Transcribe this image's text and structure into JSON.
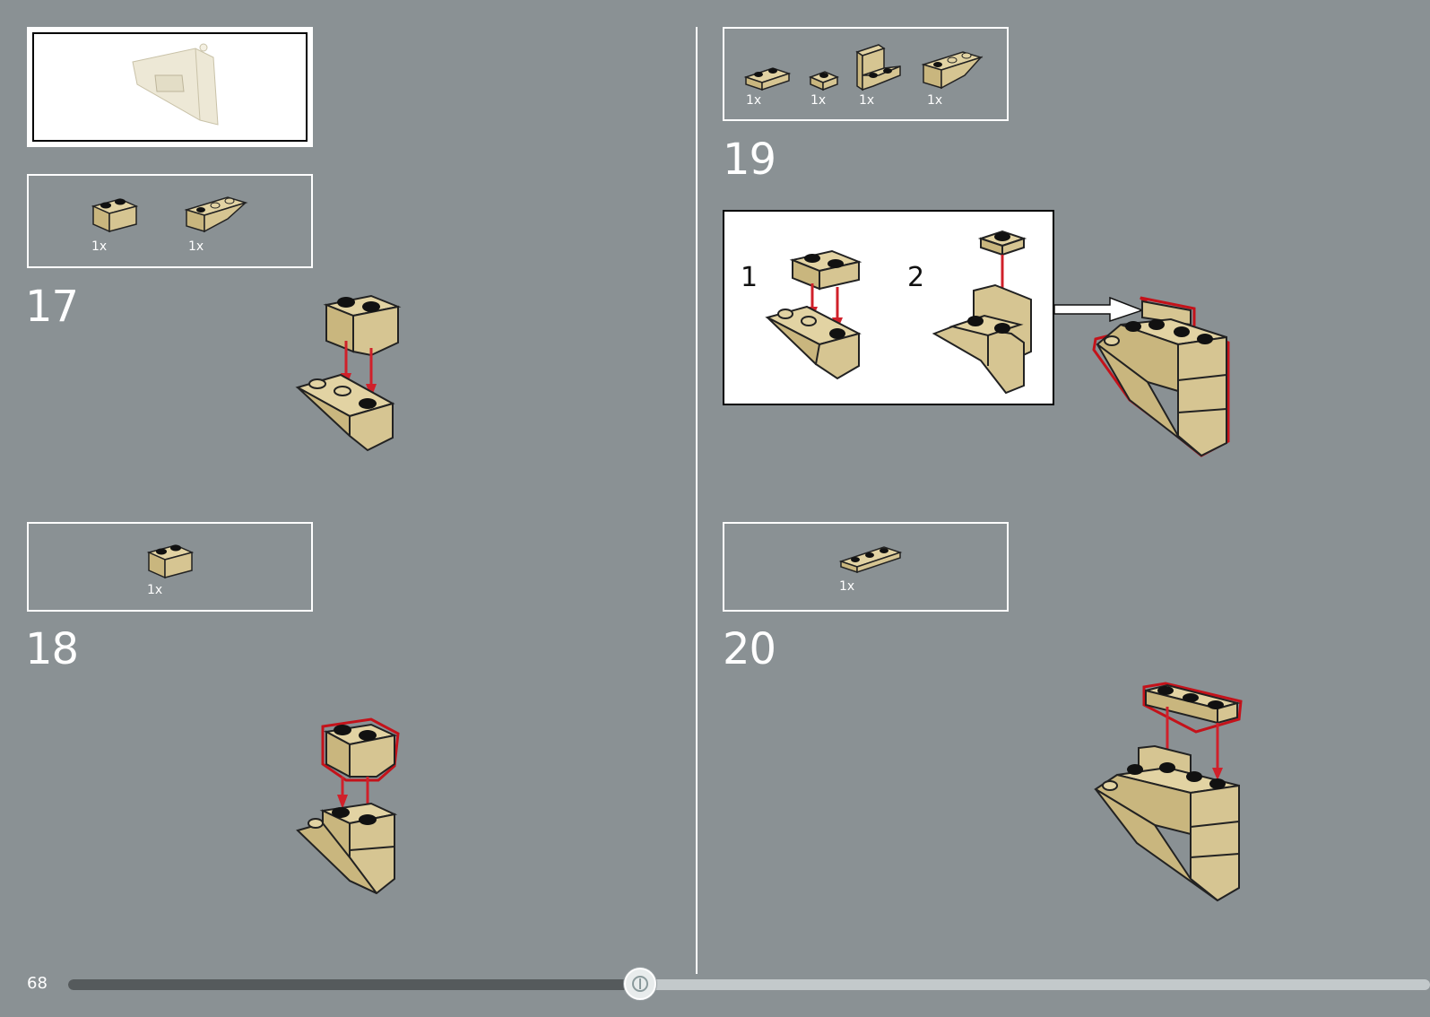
{
  "page": {
    "number": "68"
  },
  "progress": {
    "fraction": 0.42
  },
  "colors": {
    "background": "#8a9194",
    "brick_tan": "#d6c592",
    "brick_outline": "#222222",
    "arrow_red": "#d0202a",
    "highlight_red": "#c4121a"
  },
  "overview": {
    "icon": "model-preview-icon"
  },
  "steps": [
    {
      "number": "17",
      "parts": [
        {
          "qty": "1x",
          "icon": "brick-1x2-icon"
        },
        {
          "qty": "1x",
          "icon": "slope-inverted-1x3-icon"
        }
      ]
    },
    {
      "number": "18",
      "parts": [
        {
          "qty": "1x",
          "icon": "brick-1x2-icon"
        }
      ]
    },
    {
      "number": "19",
      "parts": [
        {
          "qty": "1x",
          "icon": "plate-1x2-icon"
        },
        {
          "qty": "1x",
          "icon": "plate-1x1-icon"
        },
        {
          "qty": "1x",
          "icon": "bracket-1x2-icon"
        },
        {
          "qty": "1x",
          "icon": "slope-inverted-1x3-icon"
        }
      ],
      "substeps": [
        {
          "label": "1"
        },
        {
          "label": "2"
        }
      ]
    },
    {
      "number": "20",
      "parts": [
        {
          "qty": "1x",
          "icon": "plate-1x3-icon"
        }
      ]
    }
  ]
}
